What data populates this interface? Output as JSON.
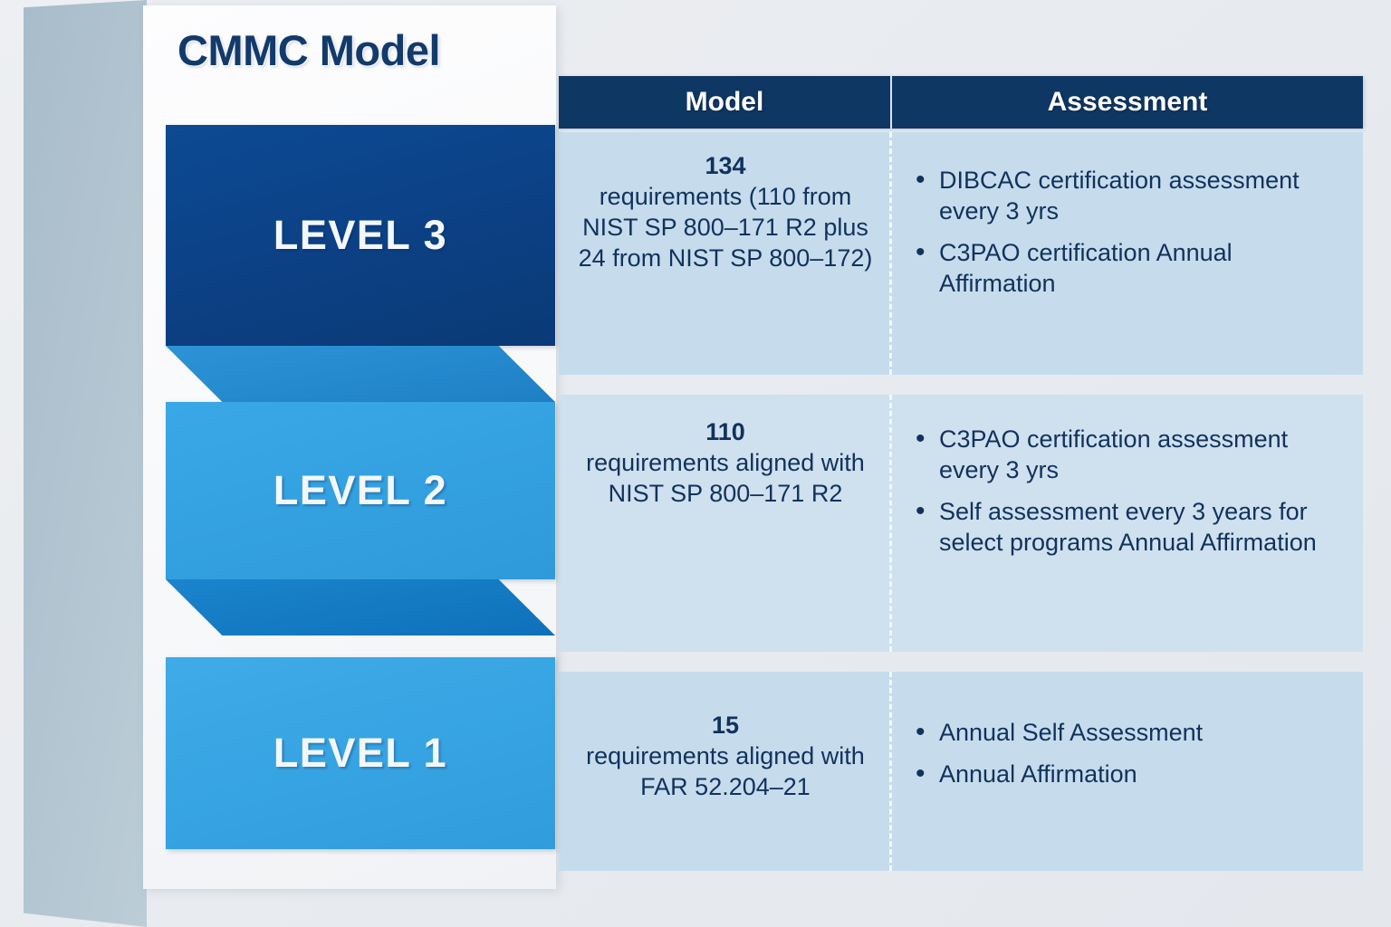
{
  "title": "CMMC Model",
  "colors": {
    "title_navy": "#123a6b",
    "level3_bar": "#0c4186",
    "level2_bar": "#33a0e0",
    "level1_bar": "#36a3e2",
    "connector_upper": "#2488cd",
    "connector_lower": "#1379c1",
    "header_bar": "#0f3764",
    "cell_bg": "#c6dcec",
    "text_navy": "#12325c",
    "background": "#e8ebef",
    "side_panel": "#b3c5d1"
  },
  "table": {
    "headers": [
      {
        "key": "model",
        "label": "Model"
      },
      {
        "key": "assessment",
        "label": "Assessment"
      }
    ],
    "rows": [
      {
        "level_label": "LEVEL 3",
        "model": {
          "count": "134",
          "text": "requirements (110 from NIST SP 800–171 R2 plus 24 from NIST SP 800–172)"
        },
        "assessment": [
          "DIBCAC certification assessment every 3 yrs",
          "C3PAO certification Annual Affirmation"
        ]
      },
      {
        "level_label": "LEVEL 2",
        "model": {
          "count": "110",
          "text": "requirements aligned with NIST SP 800–171 R2"
        },
        "assessment": [
          "C3PAO certification assessment every 3 yrs",
          "Self assessment every 3 years for select programs Annual Affirmation"
        ]
      },
      {
        "level_label": "LEVEL 1",
        "model": {
          "count": "15",
          "text": "requirements aligned with FAR 52.204–21"
        },
        "assessment": [
          "Annual Self Assessment",
          "Annual Affirmation"
        ]
      }
    ]
  }
}
